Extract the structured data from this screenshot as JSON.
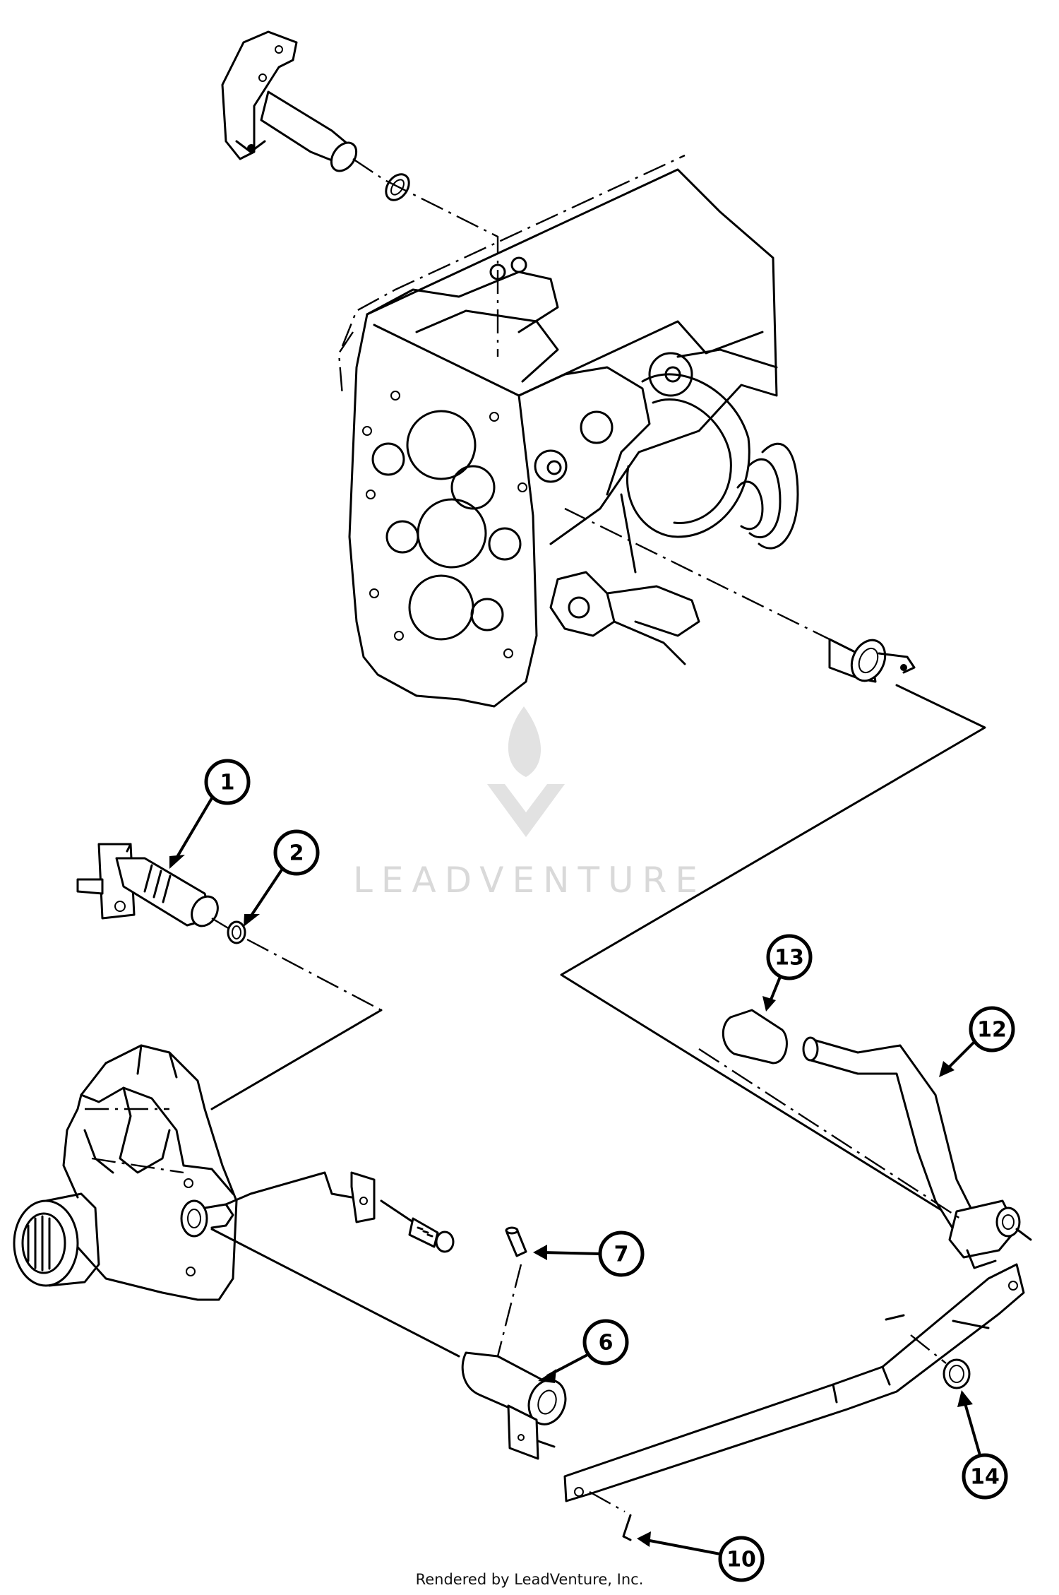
{
  "watermark": {
    "brand": "LEADVENTURE"
  },
  "footer": {
    "text": "Rendered by LeadVenture, Inc."
  },
  "callouts": [
    {
      "number": "1"
    },
    {
      "number": "2"
    },
    {
      "number": "6"
    },
    {
      "number": "7"
    },
    {
      "number": "10"
    },
    {
      "number": "12"
    },
    {
      "number": "13"
    },
    {
      "number": "14"
    }
  ]
}
